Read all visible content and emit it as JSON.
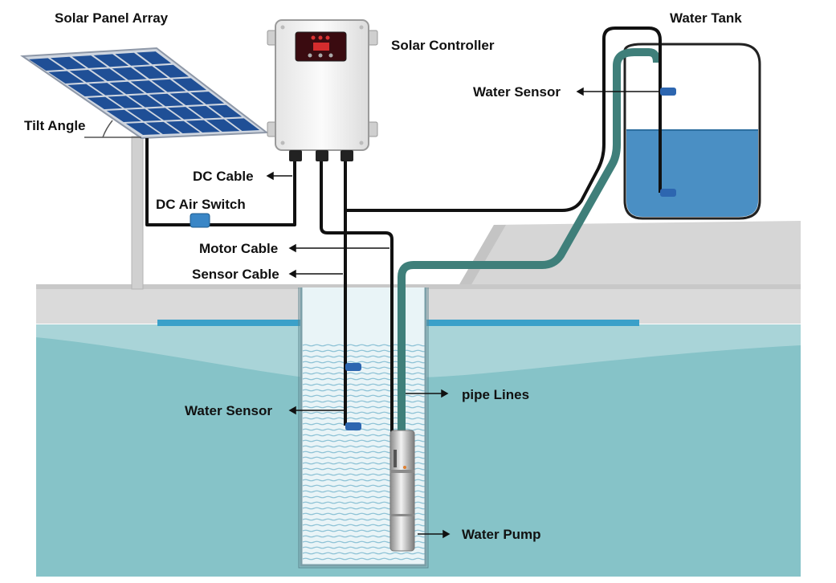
{
  "labels": {
    "solar_panel_array": "Solar Panel Array",
    "solar_controller": "Solar Controller",
    "water_tank": "Water Tank",
    "water_sensor_tank": "Water Sensor",
    "tilt_angle": "Tilt Angle",
    "dc_cable": "DC Cable",
    "dc_air_switch": "DC Air Switch",
    "motor_cable": "Motor Cable",
    "sensor_cable": "Sensor Cable",
    "water_sensor_well": "Water Sensor",
    "pipe_lines": "pipe Lines",
    "water_pump": "Water Pump"
  },
  "colors": {
    "ground": "#dcdcdc",
    "ground_edge": "#c8c8c8",
    "groundwater": "#7fc0c6",
    "water_table_line": "#3aa0c9",
    "well_water": "#dff0f4",
    "tank_water": "#4a8fc4",
    "pipe": "#3f7f7a",
    "cable": "#111111",
    "panel_cell": "#1f4f96",
    "controller_body": "#f2f2f2",
    "display": "#3a0b10"
  }
}
